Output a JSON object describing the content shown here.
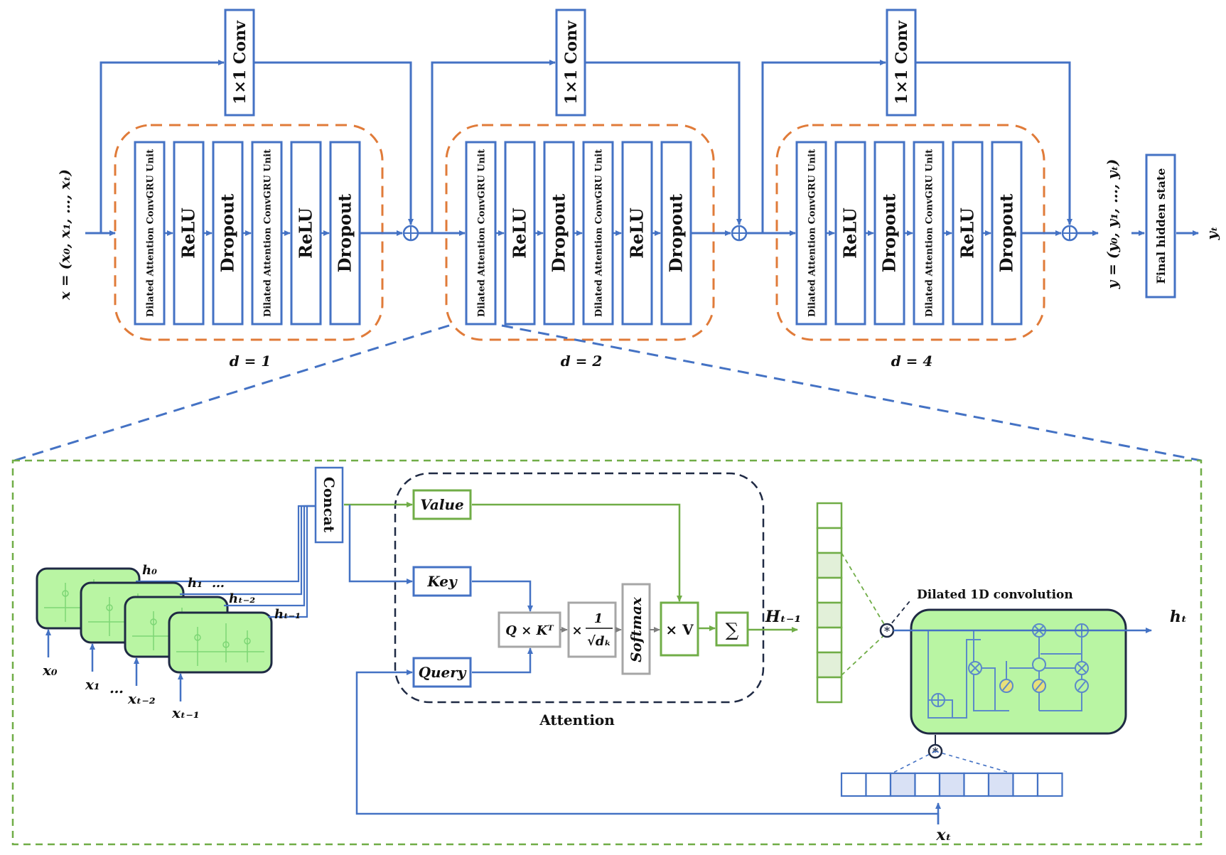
{
  "top": {
    "input_label": "x = (x₀, x₁, …, xₜ)",
    "output_label": "y = (y₀, y₁, …, yₜ)",
    "final_state_label": "Final hidden state",
    "final_output": "yₜ",
    "skip_conv_label": "1×1 Conv",
    "stack_labels": [
      "Dilated Attention ConvGRU Unit",
      "ReLU",
      "Dropout",
      "Dilated Attention ConvGRU Unit",
      "ReLU",
      "Dropout"
    ],
    "dilations": [
      "d = 1",
      "d = 2",
      "d = 4"
    ]
  },
  "bottom": {
    "concat_label": "Concat",
    "value_label": "Value",
    "key_label": "Key",
    "query_label": "Query",
    "qk_label": "Q × Kᵀ",
    "scale_prefix": "×",
    "scale_num": "1",
    "scale_den": "√dₖ",
    "softmax_label": "Softmax",
    "xv_label": "× V",
    "sum_label": "∑",
    "attention_caption": "Attention",
    "H_label": "Hₜ₋₁",
    "conv_caption": "Dilated 1D convolution",
    "h_out_label": "hₜ",
    "x_in_label": "xₜ",
    "hidden_labels": [
      "h₀",
      "h₁",
      "…",
      "hₜ₋₂",
      "hₜ₋₁"
    ],
    "input_labels": [
      "x₀",
      "x₁",
      "…",
      "xₜ₋₂",
      "xₜ₋₁"
    ]
  },
  "colors": {
    "blue": "#4472c4",
    "orange": "#e07b39",
    "green": "#70ad47",
    "navy": "#1f2a44",
    "gray": "#a6a6a6",
    "cell_fill": "#b9f5a3"
  }
}
